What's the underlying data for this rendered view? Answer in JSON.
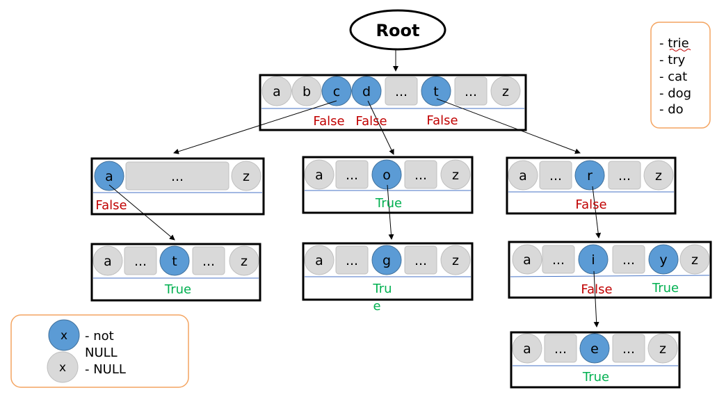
{
  "root": {
    "label": "Root"
  },
  "words_legend": {
    "items": [
      "- trie",
      "- try",
      "- cat",
      "- dog",
      "- do"
    ]
  },
  "nodes": [
    {
      "id": "root-array",
      "cells": [
        "a",
        "b",
        "c",
        "d",
        "...",
        "t",
        "...",
        "z"
      ],
      "filled": [
        2,
        3,
        5
      ]
    },
    {
      "id": "c-node",
      "cells": [
        "a",
        "...",
        "z"
      ],
      "filled": [
        0
      ]
    },
    {
      "id": "d-node",
      "cells": [
        "a",
        "...",
        "o",
        "...",
        "z"
      ],
      "filled": [
        2
      ]
    },
    {
      "id": "t-node",
      "cells": [
        "a",
        "...",
        "r",
        "...",
        "z"
      ],
      "filled": [
        2
      ]
    },
    {
      "id": "ca-node",
      "cells": [
        "a",
        "...",
        "t",
        "...",
        "z"
      ],
      "filled": [
        2
      ]
    },
    {
      "id": "do-node",
      "cells": [
        "a",
        "...",
        "g",
        "...",
        "z"
      ],
      "filled": [
        2
      ]
    },
    {
      "id": "tr-node",
      "cells": [
        "a",
        "...",
        "i",
        "...",
        "y",
        "z"
      ],
      "filled": [
        2,
        4
      ]
    },
    {
      "id": "tri-node",
      "cells": [
        "a",
        "...",
        "e",
        "...",
        "z"
      ],
      "filled": [
        2
      ]
    }
  ],
  "flags": {
    "root_c": "False",
    "root_d": "False",
    "root_t": "False",
    "c_a": "False",
    "d_o": "True",
    "t_r": "False",
    "ca_t": "True",
    "do_g_line1": "Tru",
    "do_g_line2": "e",
    "tr_i": "False",
    "tr_y": "True",
    "tri_e": "True"
  },
  "node_legend": {
    "filled_symbol": "x",
    "filled_text_line1": "- not",
    "filled_text_line2": "NULL",
    "empty_symbol": "x",
    "empty_text": "- NULL"
  },
  "colors": {
    "filled": "#5b9bd5",
    "empty": "#d9d9d9",
    "false_text": "#c00000",
    "true_text": "#00b050",
    "legend_border": "#f4a460",
    "divider": "#4472c4"
  }
}
